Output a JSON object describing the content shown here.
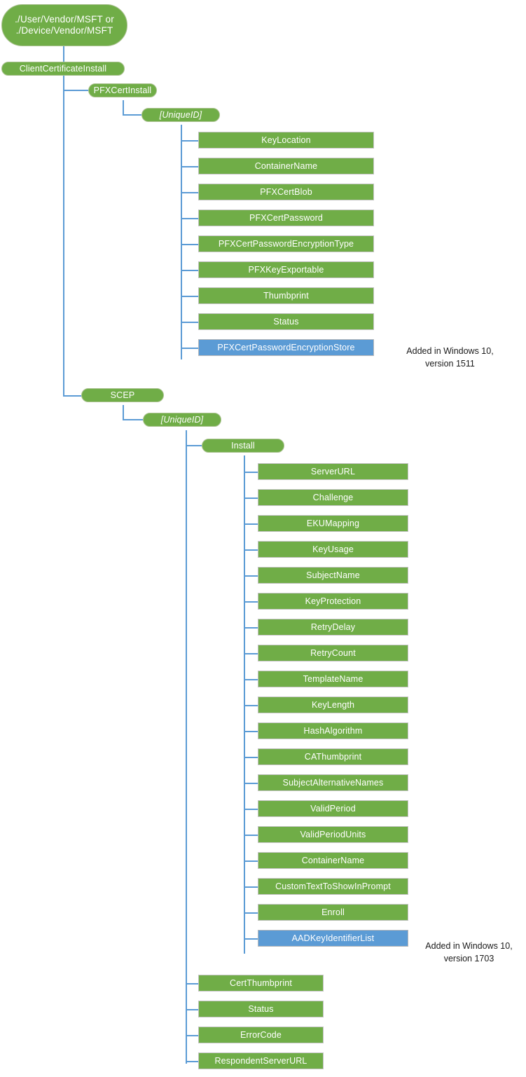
{
  "diagram": {
    "title": "ClientCertificateInstall CSP tree",
    "colors": {
      "node_green": "#70AD47",
      "node_blue": "#5B9BD5",
      "connector": "#5B9BD5",
      "node_text": "#ffffff",
      "annotation_text": "#1a1a1a",
      "background": "#ffffff"
    },
    "root": {
      "label": "./User/Vendor/MSFT or\n./Device/Vendor/MSFT"
    },
    "nodes": {
      "client_certificate_install": "ClientCertificateInstall",
      "pfx_cert_install": "PFXCertInstall",
      "pfx_unique_id": "[UniqueID]",
      "scep": "SCEP",
      "scep_unique_id": "[UniqueID]",
      "install": "Install"
    },
    "pfx_leaves": [
      {
        "label": "KeyLocation",
        "style": "green"
      },
      {
        "label": "ContainerName",
        "style": "green"
      },
      {
        "label": "PFXCertBlob",
        "style": "green"
      },
      {
        "label": "PFXCertPassword",
        "style": "green"
      },
      {
        "label": "PFXCertPasswordEncryptionType",
        "style": "green"
      },
      {
        "label": "PFXKeyExportable",
        "style": "green"
      },
      {
        "label": "Thumbprint",
        "style": "green"
      },
      {
        "label": "Status",
        "style": "green"
      },
      {
        "label": "PFXCertPasswordEncryptionStore",
        "style": "blue"
      }
    ],
    "scep_install_leaves": [
      {
        "label": "ServerURL",
        "style": "green"
      },
      {
        "label": "Challenge",
        "style": "green"
      },
      {
        "label": "EKUMapping",
        "style": "green"
      },
      {
        "label": "KeyUsage",
        "style": "green"
      },
      {
        "label": "SubjectName",
        "style": "green"
      },
      {
        "label": "KeyProtection",
        "style": "green"
      },
      {
        "label": "RetryDelay",
        "style": "green"
      },
      {
        "label": "RetryCount",
        "style": "green"
      },
      {
        "label": "TemplateName",
        "style": "green"
      },
      {
        "label": "KeyLength",
        "style": "green"
      },
      {
        "label": "HashAlgorithm",
        "style": "green"
      },
      {
        "label": "CAThumbprint",
        "style": "green"
      },
      {
        "label": "SubjectAlternativeNames",
        "style": "green"
      },
      {
        "label": "ValidPeriod",
        "style": "green"
      },
      {
        "label": "ValidPeriodUnits",
        "style": "green"
      },
      {
        "label": "ContainerName",
        "style": "green"
      },
      {
        "label": "CustomTextToShowInPrompt",
        "style": "green"
      },
      {
        "label": "Enroll",
        "style": "green"
      },
      {
        "label": "AADKeyIdentifierList",
        "style": "blue"
      }
    ],
    "scep_leaves": [
      {
        "label": "CertThumbprint",
        "style": "green"
      },
      {
        "label": "Status",
        "style": "green"
      },
      {
        "label": "ErrorCode",
        "style": "green"
      },
      {
        "label": "RespondentServerURL",
        "style": "green"
      }
    ],
    "annotations": [
      {
        "text": "Added in Windows 10,\nversion 1511"
      },
      {
        "text": "Added in Windows 10,\nversion 1703"
      }
    ]
  }
}
